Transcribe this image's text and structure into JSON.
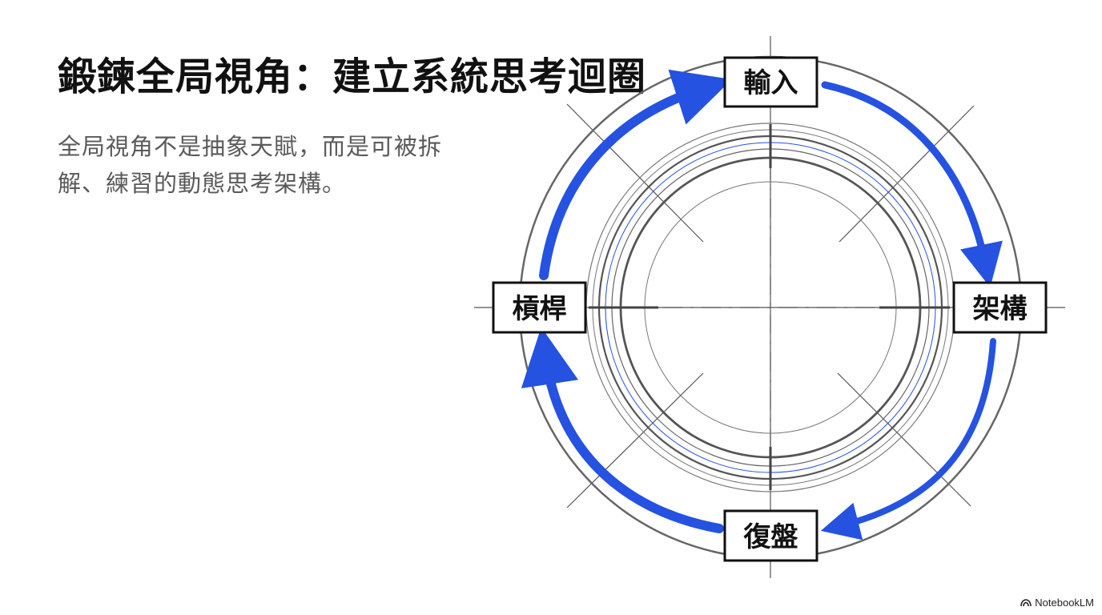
{
  "title": "鍛鍊全局視角：建立系統思考迴圈",
  "subtitle": "全局視角不是抽象天賦，而是可被拆解、練習的動態思考架構。",
  "diagram": {
    "nodes": [
      {
        "id": "input",
        "label": "輸入"
      },
      {
        "id": "framework",
        "label": "架構"
      },
      {
        "id": "review",
        "label": "復盤"
      },
      {
        "id": "leverage",
        "label": "槓桿"
      }
    ],
    "cycle": [
      "輸入",
      "架構",
      "復盤",
      "槓桿"
    ],
    "arrow_color": "#2552e0"
  },
  "footer": {
    "brand": "NotebookLM",
    "icon": "notebooklm-logo-icon"
  }
}
